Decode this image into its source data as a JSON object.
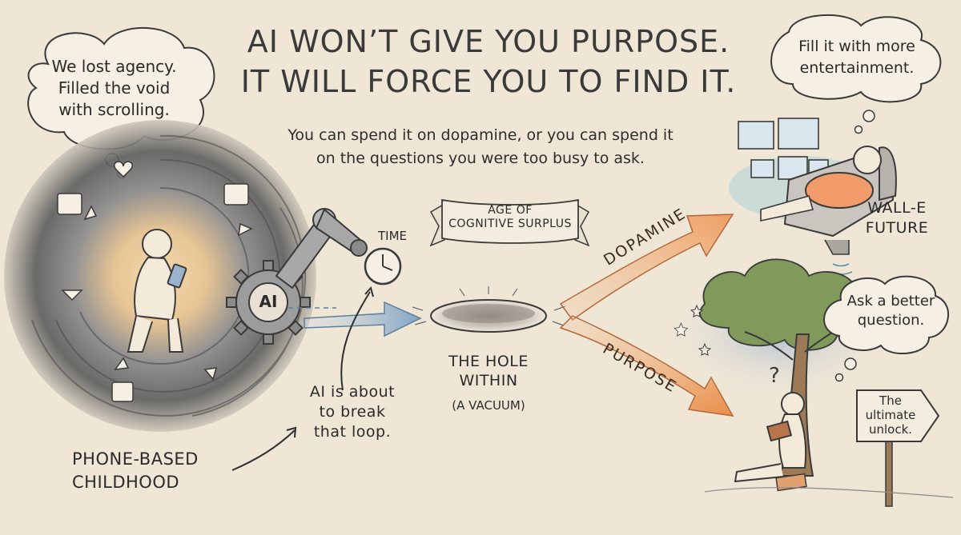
{
  "title_line1": "AI WON’T GIVE YOU PURPOSE.",
  "title_line2": "IT WILL FORCE YOU TO FIND IT.",
  "subtitle_line1": "You can spend it on dopamine, or you can spend it",
  "subtitle_line2": "on the questions you were too busy to ask.",
  "thought_left": [
    "We lost agency.",
    "Filled the void",
    "with scrolling."
  ],
  "thought_right": [
    "Fill it with more",
    "entertainment."
  ],
  "thought_tree": [
    "Ask a better",
    "question."
  ],
  "label_phone_childhood": [
    "PHONE-BASED",
    "CHILDHOOD"
  ],
  "label_ai_break": [
    "AI is about",
    "to break",
    "that loop."
  ],
  "gear_label": "AI",
  "time_label": "TIME",
  "banner_label": [
    "AGE OF",
    "COGNITIVE SURPLUS"
  ],
  "hole_label": [
    "THE HOLE",
    "WITHIN"
  ],
  "hole_sub": "(A VACUUM)",
  "arrow_dopamine": "DOPAMINE",
  "arrow_purpose": "PURPOSE",
  "label_walle": [
    "WALL-E",
    "FUTURE"
  ],
  "sign_label": [
    "The",
    "ultimate",
    "unlock."
  ],
  "colors": {
    "background": "#efe6d6",
    "dopamine_arrow": "#f0a874",
    "purpose_arrow": "#eb9a5c",
    "blue_arrow": "#8fb0cc",
    "vortex": "#6e6e6e",
    "tree_leaves": "#7f9a5a"
  }
}
